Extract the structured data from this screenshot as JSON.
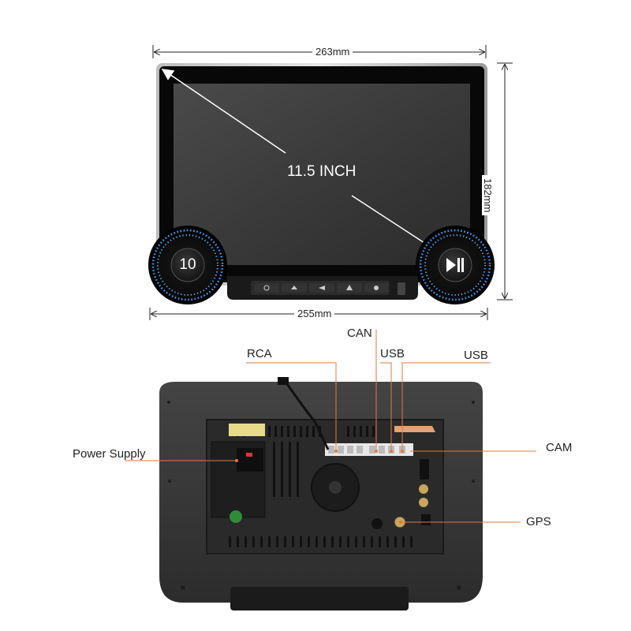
{
  "dimensions": {
    "width_top": "263mm",
    "height": "182mm",
    "width_bottom": "255mm"
  },
  "screen": {
    "diagonal_label": "11.5 INCH",
    "left_knob_label": "10",
    "right_knob_icon": "play-pause-icon",
    "button_icons": [
      "power-icon",
      "home-icon",
      "back-icon",
      "navigation-icon",
      "settings-icon"
    ]
  },
  "rear_panel": {
    "callouts": {
      "rca": "RCA",
      "can": "CAN",
      "usb_1": "USB",
      "usb_2": "USB",
      "power_supply": "Power Supply",
      "cam": "CAM",
      "gps": "GPS"
    }
  },
  "colors": {
    "callout_line": "#e07a3c",
    "knob_ring": "#4aa3ff",
    "bezel": "#0c0c0c",
    "screen": "#3b3b3b",
    "housing": "#3a3a3a"
  }
}
